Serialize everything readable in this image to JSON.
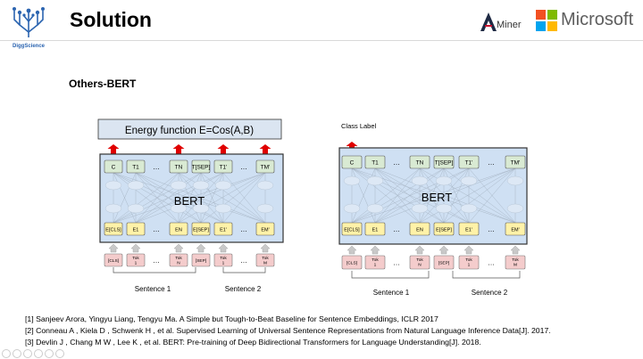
{
  "header": {
    "title": "Solution",
    "org_logo_text": "DiggScience",
    "aminer_text": "Miner",
    "microsoft_text": "Microsoft",
    "microsoft_colors": [
      "#f25022",
      "#7fba00",
      "#00a4ef",
      "#ffb900"
    ]
  },
  "section": {
    "subtitle": "Others-BERT"
  },
  "diagram_left": {
    "energy_label": "Energy function E=Cos(A,B)",
    "model_label": "BERT",
    "outputs": [
      "C",
      "T1",
      "…",
      "TN",
      "T[SEP]",
      "T1'",
      "…",
      "TM'"
    ],
    "embeddings": [
      "E[CLS]",
      "E1",
      "…",
      "EN",
      "E[SEP]",
      "E1'",
      "…",
      "EM'"
    ],
    "tokens": [
      "[CLS]",
      "Tok 1",
      "…",
      "Tok N",
      "[SEP]",
      "Tok 1",
      "…",
      "Tok M"
    ],
    "sentence1": "Sentence 1",
    "sentence2": "Sentence 2"
  },
  "diagram_right": {
    "class_label": "Class Label",
    "model_label": "BERT",
    "outputs": [
      "C",
      "T1",
      "…",
      "TN",
      "T[SEP]",
      "T1'",
      "…",
      "TM'"
    ],
    "embeddings": [
      "E[CLS]",
      "E1",
      "…",
      "EN",
      "E[SEP]",
      "E1'",
      "…",
      "EM'"
    ],
    "tokens": [
      "[CLS]",
      "Tok 1",
      "…",
      "Tok N",
      "[SEP]",
      "Tok 1",
      "…",
      "Tok M"
    ],
    "sentence1": "Sentence 1",
    "sentence2": "Sentence 2"
  },
  "references": [
    "[1] Sanjeev Arora, Yingyu Liang, Tengyu Ma.  A Simple but Tough-to-Beat Baseline for Sentence Embeddings, ICLR 2017",
    "[2] Conneau A , Kiela D , Schwenk H , et al. Supervised Learning of Universal Sentence Representations from Natural Language Inference Data[J]. 2017.",
    "[3] Devlin J , Chang M W , Lee K , et al. BERT: Pre-training of Deep Bidirectional Transformers for Language Understanding[J]. 2018."
  ],
  "colors": {
    "output_fill": "#d9ead3",
    "embedding_fill": "#fff2a8",
    "token_fill": "#f4cccc",
    "bert_fill": "#cfe0f3",
    "arrow_red": "#e00000",
    "energy_box": "#dbe5f1"
  }
}
